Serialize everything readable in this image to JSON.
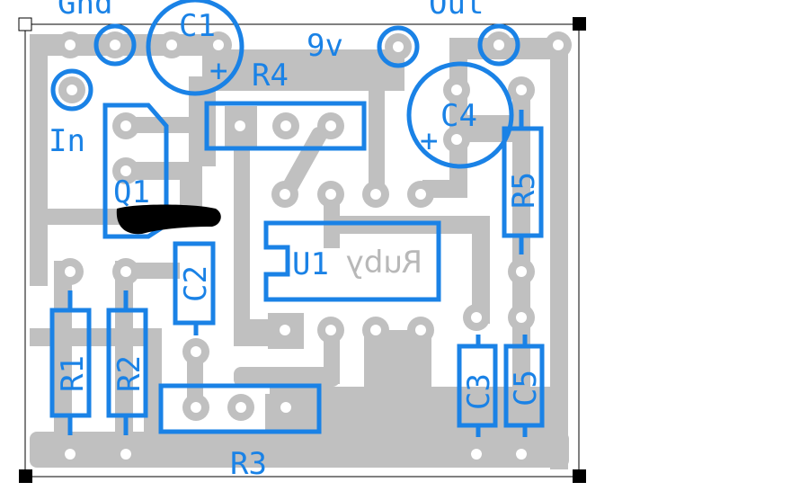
{
  "board": {
    "labels": {
      "gnd": "Gnd",
      "c1": "C1",
      "nine_v": "9v",
      "out": "Out",
      "r4": "R4",
      "in": "In",
      "c4": "C4",
      "q1": "Q1",
      "r5": "R5",
      "u1": "U1",
      "c2": "C2",
      "r1": "R1",
      "r2": "R2",
      "c3": "C3",
      "c5": "C5",
      "r3": "R3",
      "copper_text": "Ruby"
    },
    "plus_sign": "+",
    "colors": {
      "silkscreen": "#1a82e6",
      "copper": "#c0c0c0",
      "frame": "#000000",
      "blob": "#000000"
    }
  }
}
